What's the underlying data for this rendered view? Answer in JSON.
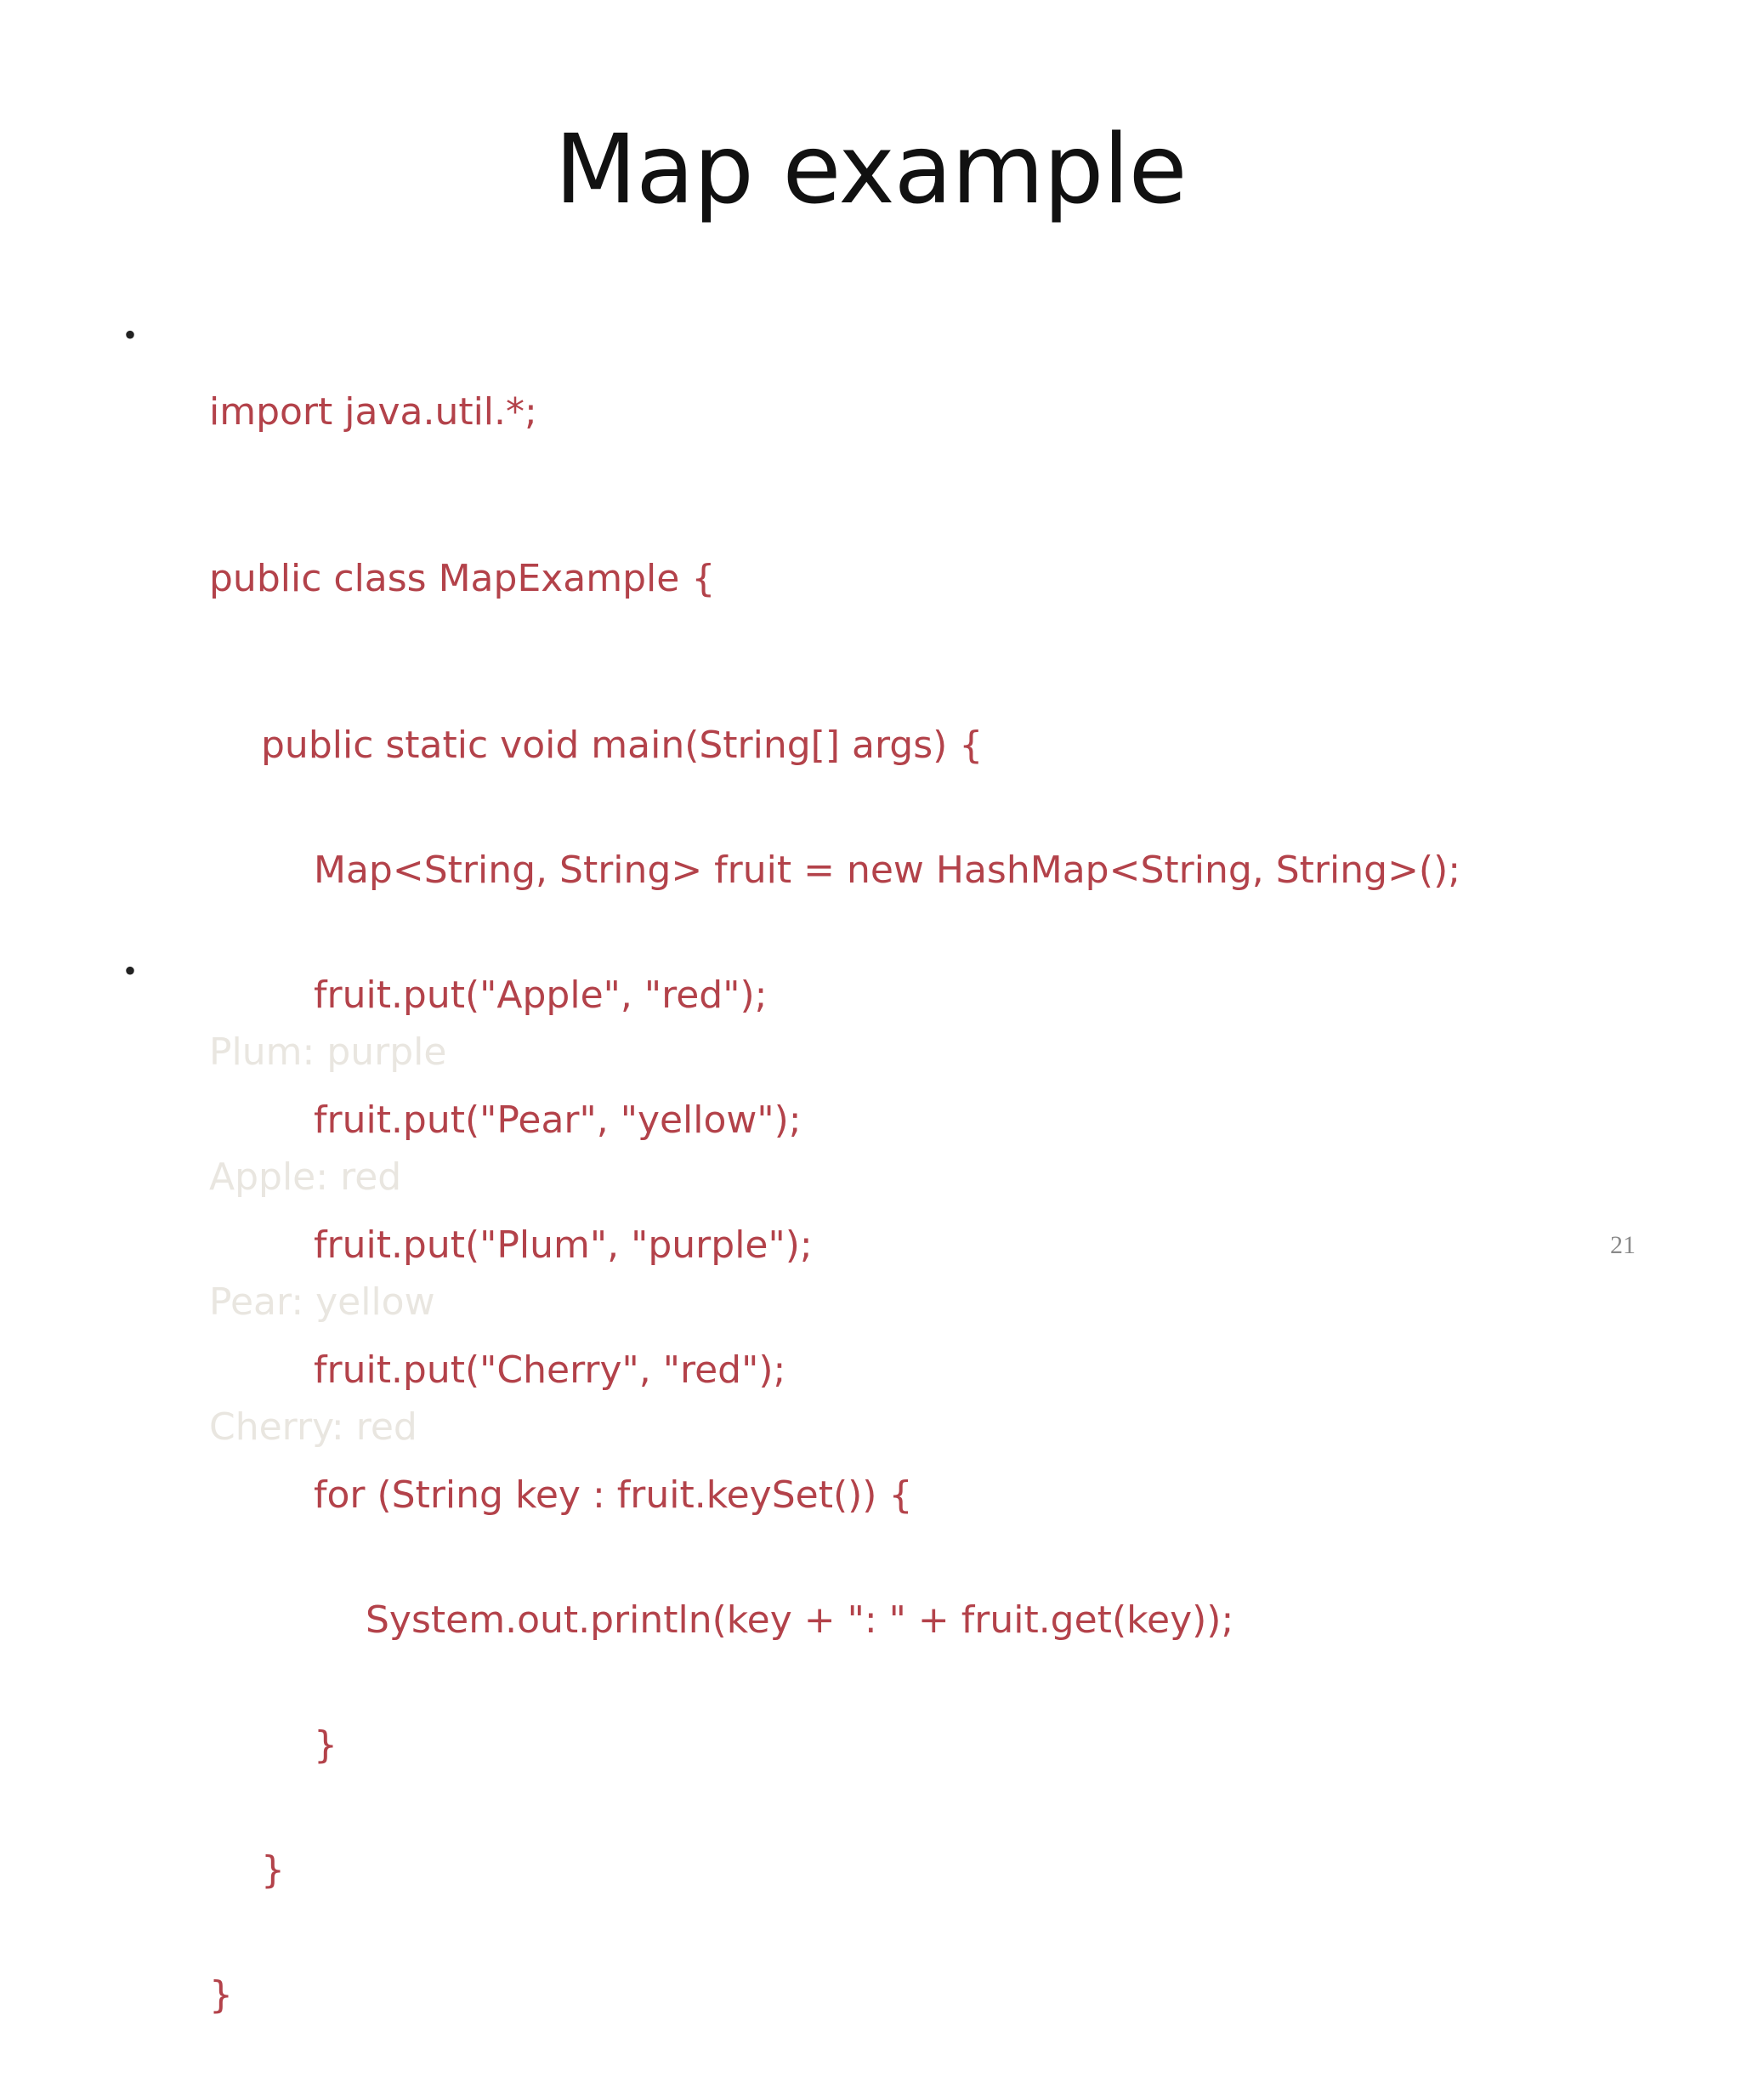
{
  "slide": {
    "title": "Map example",
    "bullet_symbol": "•",
    "code_lines": {
      "l0": "import java.util.*;",
      "l1": "public class MapExample {",
      "l2": "public static void main(String[] args) {",
      "l3": "Map<String, String> fruit = new HashMap<String, String>();",
      "l4": "fruit.put(\"Apple\", \"red\");",
      "l5": "fruit.put(\"Pear\", \"yellow\");",
      "l6": "fruit.put(\"Plum\", \"purple\");",
      "l7": "fruit.put(\"Cherry\", \"red\");",
      "l8": "for (String key : fruit.keySet()) {",
      "l9": "System.out.println(key + \": \" + fruit.get(key));",
      "l10": "}",
      "l11": "}",
      "l12": "}"
    },
    "output_lines": {
      "o0": "Plum: purple",
      "o1": "Apple: red",
      "o2": "Pear: yellow",
      "o3": "Cherry: red"
    },
    "page_number": "21",
    "colors": {
      "code_text": "#b3424a",
      "output_text_faded": "#e9e6e0",
      "title_text": "#111111"
    }
  }
}
